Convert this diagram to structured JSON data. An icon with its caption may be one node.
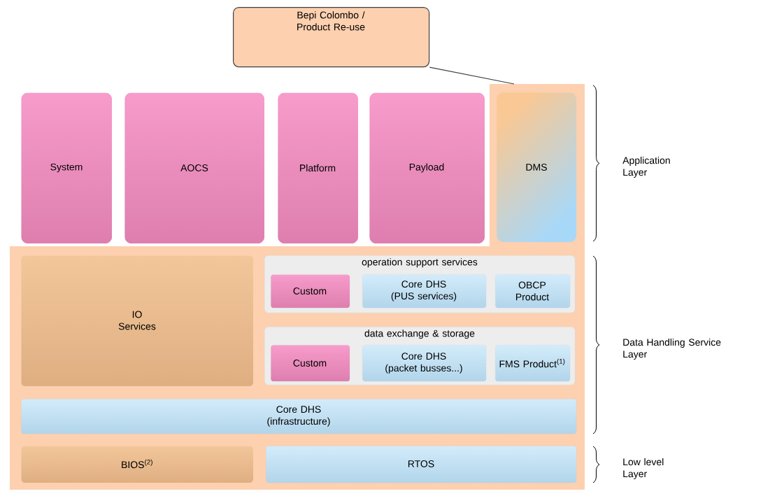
{
  "diagram": {
    "nodes": [
      {
        "text": [
          "Bepi Colombo / Product Re-use"
        ]
      },
      {
        "text": [],
        "shape": "box"
      },
      {
        "text": [
          "System"
        ]
      },
      {
        "text": [
          "AOCS"
        ]
      },
      {
        "text": [
          "Platform"
        ]
      },
      {
        "text": [
          "Payload"
        ]
      },
      {
        "text": [
          "DMS"
        ],
        "in": 1
      },
      {
        "text": [
          "IO Services"
        ],
        "in": 1
      },
      {
        "text": [
          "operation support services"
        ],
        "in": 1
      },
      {
        "text": [
          "Custom"
        ],
        "in": 8
      },
      {
        "text": [
          "Core DHS (PUS services)"
        ],
        "in": 8
      },
      {
        "text": [
          "OBCP Product"
        ],
        "in": 8
      },
      {
        "text": [
          "data exchange & storage"
        ],
        "in": 1
      },
      {
        "text": [
          "Custom"
        ],
        "in": 12
      },
      {
        "text": [
          "Core DHS (packet busses...)"
        ],
        "in": 12
      },
      {
        "text": [
          "FMS Product$^{(1)}$"
        ],
        "in": 12
      },
      {
        "text": [
          "Core DHS (infrastructure)"
        ],
        "in": 1
      },
      {
        "text": [
          "BIOS$^{(2)}$"
        ],
        "in": 1
      },
      {
        "text": [
          "RTOS"
        ],
        "in": 1
      }
    ],
    "edges": [
      {
        "from": 0,
        "to": 1,
        "arrow": "none"
      }
    ],
    "labels": [
      "Application Layer",
      "Data Handling Service Layer",
      "Low level Layer"
    ]
  }
}
